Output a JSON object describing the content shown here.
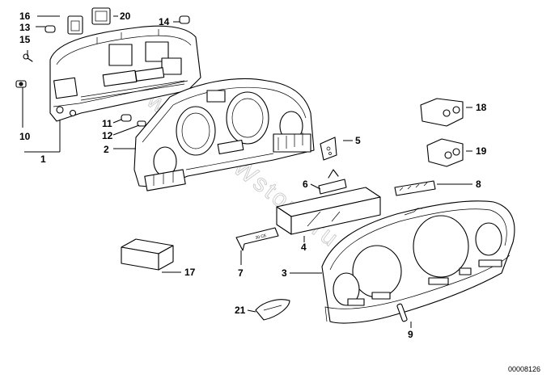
{
  "callouts": {
    "c1": "1",
    "c2": "2",
    "c3": "3",
    "c4": "4",
    "c5": "5",
    "c6": "6",
    "c7": "7",
    "c8": "8",
    "c9": "9",
    "c10": "10",
    "c11": "11",
    "c12": "12",
    "c13": "13",
    "c14": "14",
    "c15": "15",
    "c16": "16",
    "c17": "17",
    "c18": "18",
    "c19": "19",
    "c20": "20",
    "c21": "21"
  },
  "stickers": {
    "part7": "30 CE"
  },
  "watermark": "www.BMWstore.ru",
  "image_id": "00008126"
}
